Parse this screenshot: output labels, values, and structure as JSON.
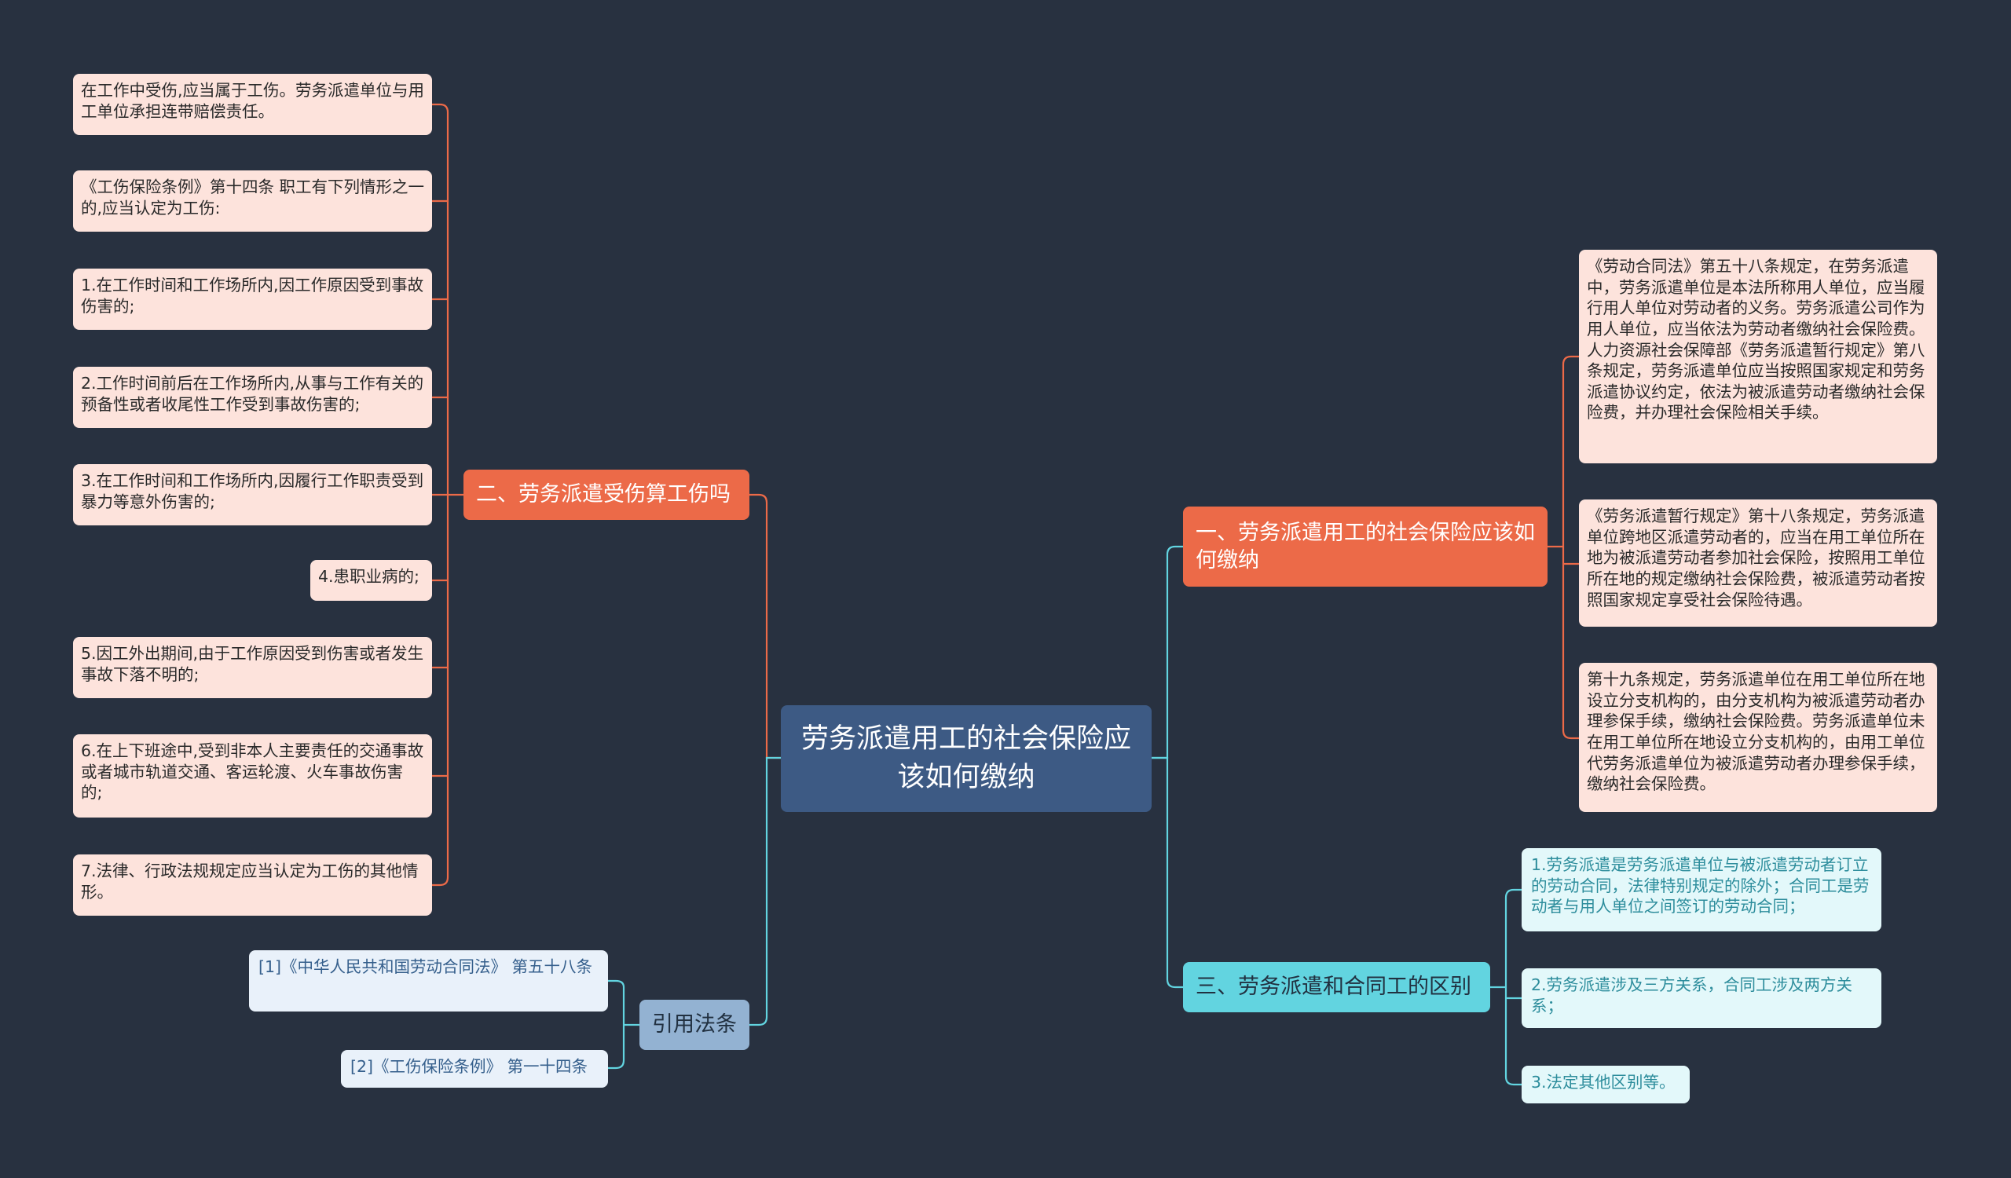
{
  "root": {
    "title": "劳务派遣用工的社会保险应该如何缴纳"
  },
  "branches": {
    "social_insurance": {
      "label": "一、劳务派遣用工的社会保险应该如何缴纳",
      "leaves": [
        "《劳动合同法》第五十八条规定，在劳务派遣中，劳务派遣单位是本法所称用人单位，应当履行用人单位对劳动者的义务。劳务派遣公司作为用人单位，应当依法为劳动者缴纳社会保险费。人力资源社会保障部《劳务派遣暂行规定》第八条规定，劳务派遣单位应当按照国家规定和劳务派遣协议约定，依法为被派遣劳动者缴纳社会保险费，并办理社会保险相关手续。",
        "《劳务派遣暂行规定》第十八条规定，劳务派遣单位跨地区派遣劳动者的，应当在用工单位所在地为被派遣劳动者参加社会保险，按照用工单位所在地的规定缴纳社会保险费，被派遣劳动者按照国家规定享受社会保险待遇。",
        "第十九条规定，劳务派遣单位在用工单位所在地设立分支机构的，由分支机构为被派遣劳动者办理参保手续，缴纳社会保险费。劳务派遣单位未在用工单位所在地设立分支机构的，由用工单位代劳务派遣单位为被派遣劳动者办理参保手续，缴纳社会保险费。"
      ]
    },
    "work_injury": {
      "label": "二、劳务派遣受伤算工伤吗",
      "leaves": [
        "在工作中受伤,应当属于工伤。劳务派遣单位与用工单位承担连带赔偿责任。",
        "《工伤保险条例》第十四条 职工有下列情形之一的,应当认定为工伤:",
        "1.在工作时间和工作场所内,因工作原因受到事故伤害的;",
        "2.工作时间前后在工作场所内,从事与工作有关的预备性或者收尾性工作受到事故伤害的;",
        "3.在工作时间和工作场所内,因履行工作职责受到暴力等意外伤害的;",
        "4.患职业病的;",
        "5.因工外出期间,由于工作原因受到伤害或者发生事故下落不明的;",
        "6.在上下班途中,受到非本人主要责任的交通事故或者城市轨道交通、客运轮渡、火车事故伤害的;",
        "7.法律、行政法规规定应当认定为工伤的其他情形。"
      ]
    },
    "difference": {
      "label": "三、劳务派遣和合同工的区别",
      "leaves": [
        "1.劳务派遣是劳务派遣单位与被派遣劳动者订立的劳动合同，法律特别规定的除外；合同工是劳动者与用人单位之间签订的劳动合同；",
        "2.劳务派遣涉及三方关系，合同工涉及两方关系；",
        "3.法定其他区别等。"
      ]
    },
    "references": {
      "label": "引用法条",
      "leaves": [
        "[1]《中华人民共和国劳动合同法》 第五十八条",
        "[2]《工伤保险条例》 第一十四条"
      ]
    }
  },
  "colors": {
    "background": "#283140",
    "root": "#3d5a84",
    "orange_branch": "#ec6a48",
    "orange_leaf": "#fde3dc",
    "cyan_branch": "#62d4e0",
    "cyan_leaf": "#e3f8fa",
    "blue_branch": "#93b2d2",
    "blue_leaf": "#e9f1fa"
  }
}
